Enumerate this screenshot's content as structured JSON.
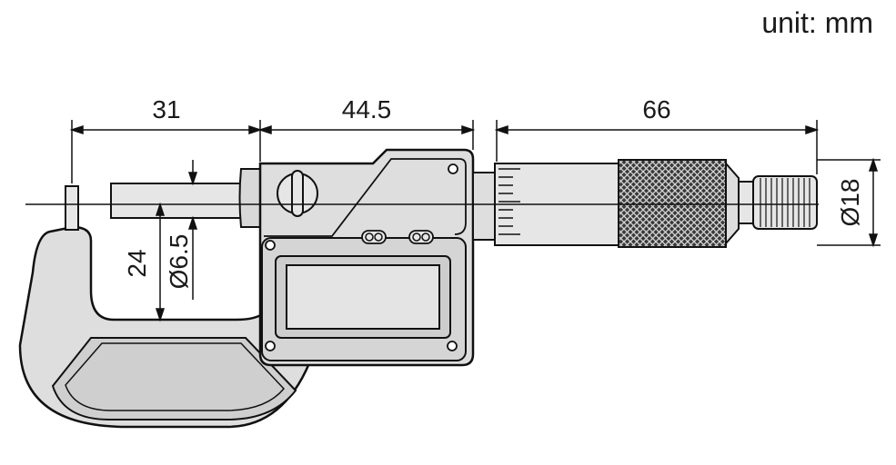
{
  "unit_label": "unit: mm",
  "dimensions": {
    "anvil_to_frame": "31",
    "frame_width": "44.5",
    "thimble_length": "66",
    "spindle_diameter": "Ø6.5",
    "throat_depth": "24",
    "thimble_diameter": "Ø18"
  },
  "colors": {
    "body": "#dedede",
    "body_dark": "#c9c9c9",
    "outline": "#111111",
    "knurl": "#2a2a2a"
  }
}
